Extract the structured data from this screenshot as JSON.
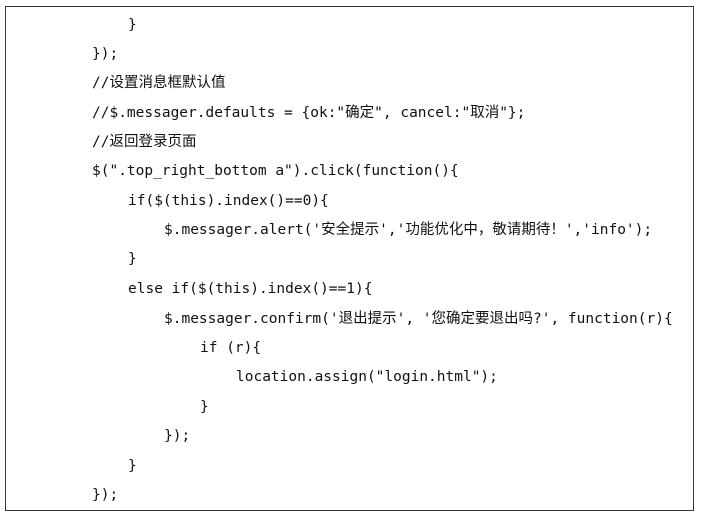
{
  "code": {
    "lines": [
      "}",
      "});",
      "//设置消息框默认值",
      "//$.messager.defaults = {ok:\"确定\", cancel:\"取消\"};",
      "//返回登录页面",
      "$(\".top_right_bottom a\").click(function(){",
      "if($(this).index()==0){",
      "$.messager.alert('安全提示','功能优化中，敬请期待！','info');",
      "}",
      "else if($(this).index()==1){",
      "$.messager.confirm('退出提示', '您确定要退出吗?', function(r){",
      "if (r){",
      "location.assign(\"login.html\");",
      "}",
      "});",
      "}",
      "});"
    ]
  }
}
